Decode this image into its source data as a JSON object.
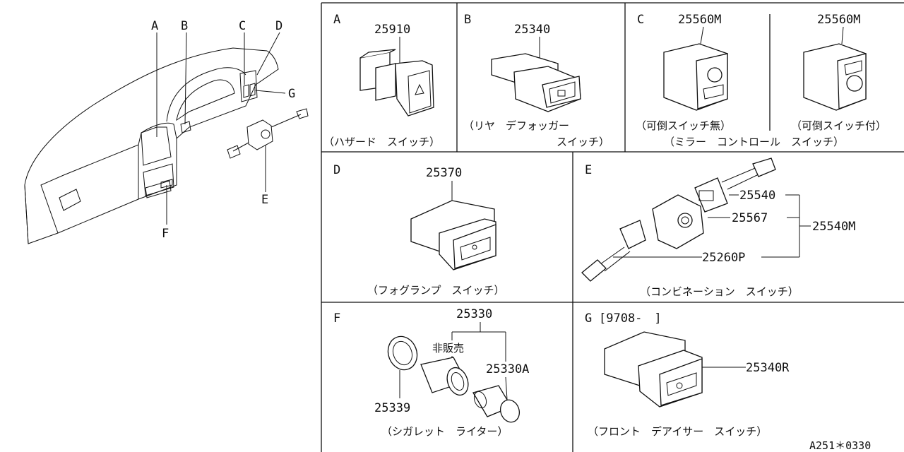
{
  "overview": {
    "labels": [
      "A",
      "B",
      "C",
      "D",
      "G",
      "E",
      "F"
    ]
  },
  "panels": {
    "A": {
      "letter": "A",
      "part": "25910",
      "caption": "（ハザード　スイッチ）"
    },
    "B": {
      "letter": "B",
      "part": "25340",
      "caption_1": "（リヤ　デフォッガー",
      "caption_2": "スイッチ）"
    },
    "C": {
      "letter": "C",
      "part_left": "25560M",
      "part_right": "25560M",
      "sub_left": "（可倒スイッチ無）",
      "sub_right": "（可倒スイッチ付）",
      "caption": "（ミラー　コントロール　スイッチ）"
    },
    "D": {
      "letter": "D",
      "part": "25370",
      "caption": "（フォグランプ　スイッチ）"
    },
    "E": {
      "letter": "E",
      "part_1": "25540",
      "part_2": "25567",
      "part_3": "25260P",
      "part_group": "25540M",
      "caption": "（コンビネーション　スイッチ）"
    },
    "F": {
      "letter": "F",
      "part_group": "25330",
      "note": "非販売",
      "part_1": "25330A",
      "part_2": "25339",
      "caption": "（シガレット　ライター）"
    },
    "G": {
      "letter": "G",
      "date_range": "[9708-　]",
      "part": "25340R",
      "caption": "（フロント　デアイサー　スイッチ）"
    }
  },
  "footer": {
    "code": "A251＊0330"
  }
}
